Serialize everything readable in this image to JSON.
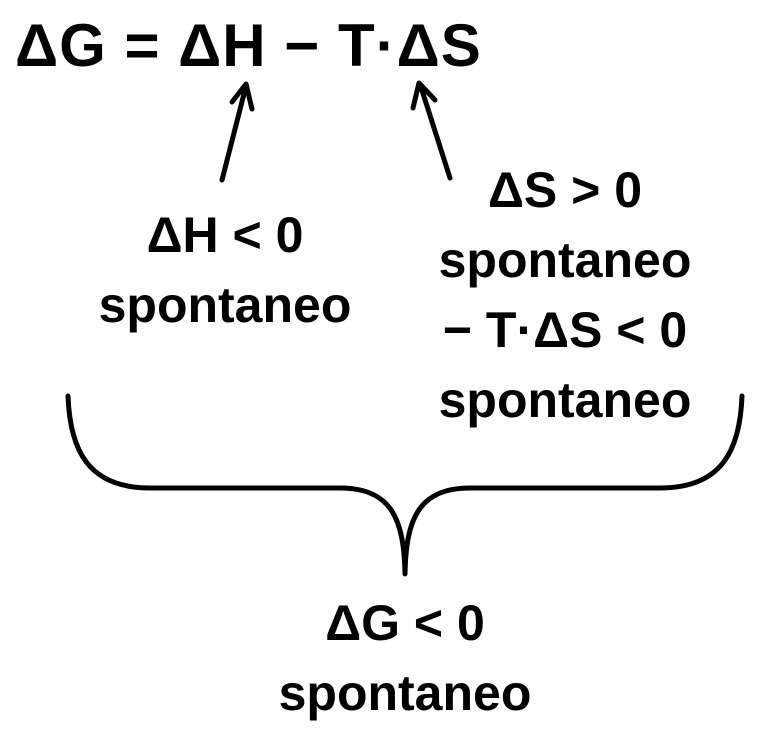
{
  "equation": "ΔG = ΔH − T·ΔS",
  "enthalpy_note": {
    "line1": "ΔH < 0",
    "line2": "spontaneo"
  },
  "entropy_note": {
    "line1": "ΔS > 0",
    "line2": "spontaneo",
    "line3": "− T·ΔS < 0",
    "line4": "spontaneo"
  },
  "result_note": {
    "line1": "ΔG < 0",
    "line2": "spontaneo"
  }
}
